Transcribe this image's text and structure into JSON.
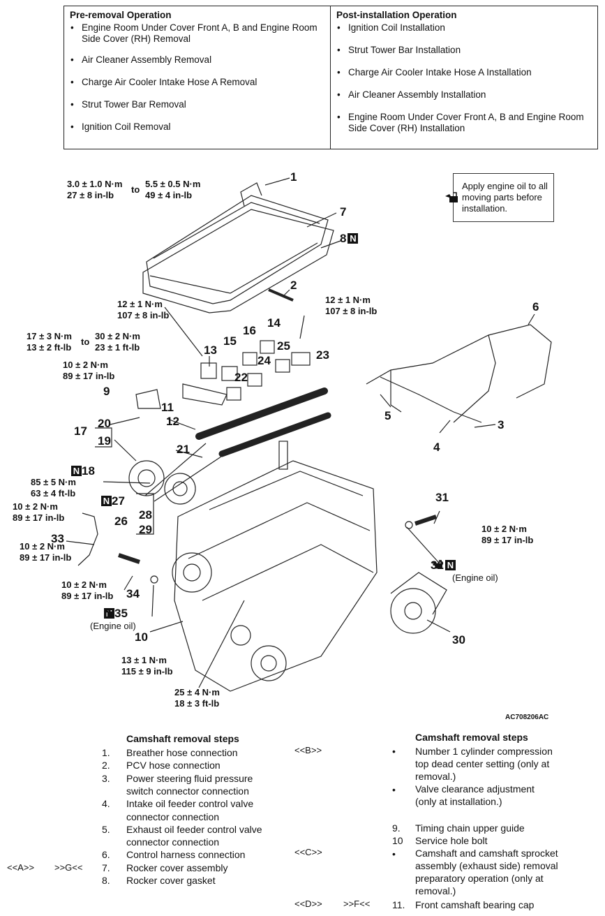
{
  "pre_removal": {
    "title": "Pre-removal Operation",
    "items": [
      "Engine Room Under Cover Front A, B and Engine Room",
      "Side Cover (RH) Removal",
      "Air Cleaner Assembly Removal",
      "Charge Air Cooler Intake Hose A Removal",
      "Strut Tower Bar Removal",
      "Ignition Coil Removal"
    ]
  },
  "post_installation": {
    "title": "Post-installation Operation",
    "items": [
      "Ignition Coil Installation",
      "Strut Tower Bar Installation",
      "Charge Air Cooler Intake Hose A Installation",
      "Air Cleaner Assembly Installation",
      "Engine Room Under Cover Front A, B and Engine Room",
      "Side Cover (RH) Installation"
    ]
  },
  "note": {
    "line1": "Apply engine oil to all",
    "line2": "moving parts before",
    "line3": "installation.",
    "icon": "oil-can-icon"
  },
  "torques": {
    "t1a": "3.0 ± 1.0 N·m",
    "t1b": "27 ± 8 in-lb",
    "to1": "to",
    "t2a": "5.5 ± 0.5 N·m",
    "t2b": "49 ± 4 in-lb",
    "t3a": "12 ± 1 N·m",
    "t3b": "107 ± 8 in-lb",
    "t4a": "12 ± 1 N·m",
    "t4b": "107 ± 8 in-lb",
    "t5a": "17 ± 3 N·m",
    "t5b": "13 ± 2 ft-lb",
    "to2": "to",
    "t6a": "30 ± 2 N·m",
    "t6b": "23 ± 1 ft-lb",
    "t7a": "10 ± 2 N·m",
    "t7b": "89 ± 17 in-lb",
    "t8a": "85 ± 5 N·m",
    "t8b": "63 ± 4 ft-lb",
    "t9a": "10 ± 2 N·m",
    "t9b": "89 ± 17 in-lb",
    "t10a": "10 ± 2 N·m",
    "t10b": "89 ± 17 in-lb",
    "t11a": "10 ± 2 N·m",
    "t11b": "89 ± 17 in-lb",
    "t12a": "10 ± 2 N·m",
    "t12b": "89 ± 17 in-lb",
    "t13a": "13 ± 1 N·m",
    "t13b": "115 ± 9 in-lb",
    "t14a": "25 ± 4 N·m",
    "t14b": "18 ± 3 ft-lb"
  },
  "callouts": {
    "n1": "1",
    "n2": "2",
    "n3": "3",
    "n4": "4",
    "n5": "5",
    "n6": "6",
    "n7": "7",
    "n8": "8",
    "n9": "9",
    "n10": "10",
    "n11": "11",
    "n12": "12",
    "n13": "13",
    "n14": "14",
    "n15": "15",
    "n16": "16",
    "n17": "17",
    "n18": "18",
    "n19": "19",
    "n20": "20",
    "n21": "21",
    "n22": "22",
    "n23": "23",
    "n24": "24",
    "n25": "25",
    "n26": "26",
    "n27": "27",
    "n28": "28",
    "n29": "29",
    "n30": "30",
    "n31": "31",
    "n32": "32",
    "n33": "33",
    "n34": "34",
    "n35": "35",
    "N": "N",
    "engine_oil_1": "(Engine oil)",
    "engine_oil_2": "(Engine oil)"
  },
  "figure_code": "AC708206AC",
  "steps_left": {
    "title": "Camshaft removal steps",
    "rows": [
      {
        "num": "1.",
        "text": "Breather hose connection"
      },
      {
        "num": "2.",
        "text": "PCV hose connection"
      },
      {
        "num": "3.",
        "text": "Power steering fluid pressure"
      },
      {
        "num": "",
        "text": "switch connector connection"
      },
      {
        "num": "4.",
        "text": "Intake oil feeder control valve"
      },
      {
        "num": "",
        "text": "connector connection"
      },
      {
        "num": "5.",
        "text": "Exhaust oil feeder control valve"
      },
      {
        "num": "",
        "text": "connector connection"
      },
      {
        "num": "6.",
        "text": "Control harness connection"
      },
      {
        "num": "7.",
        "text": "Rocker cover assembly"
      },
      {
        "num": "8.",
        "text": "Rocker cover gasket"
      }
    ],
    "ref_a": "<<A>>",
    "ref_g": ">>G<<"
  },
  "steps_right": {
    "title": "Camshaft removal steps",
    "ref_b": "<<B>>",
    "ref_c": "<<C>>",
    "ref_d": "<<D>>",
    "ref_f": ">>F<<",
    "bullet": "•",
    "b1_l1": "Number 1 cylinder compression",
    "b1_l2": "top dead center setting (only at",
    "b1_l3": "removal.)",
    "b2_l1": "Valve clearance adjustment",
    "b2_l2": "(only at installation.)",
    "s9_num": "9.",
    "s9": "Timing chain upper guide",
    "s10_num": "10",
    "s10": "Service hole bolt",
    "b3_l1": "Camshaft and camshaft sprocket",
    "b3_l2": "assembly (exhaust side) removal",
    "b3_l3": "preparatory operation (only at",
    "b3_l4": "removal.)",
    "s11_num": "11.",
    "s11": "Front camshaft bearing cap"
  }
}
